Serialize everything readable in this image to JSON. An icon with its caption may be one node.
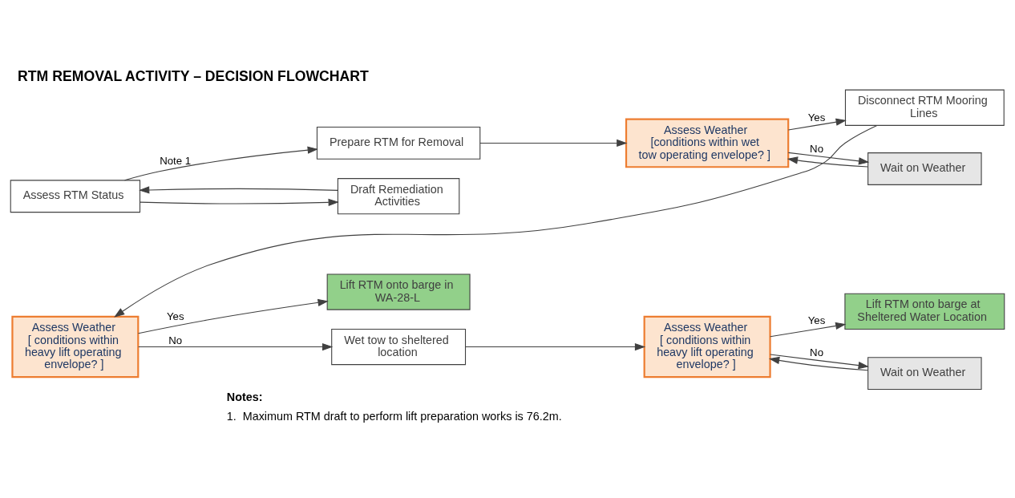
{
  "diagram": {
    "title": "RTM REMOVAL ACTIVITY – DECISION FLOWCHART",
    "nodes": [
      {
        "text": [
          "Assess RTM Status"
        ]
      },
      {
        "text": [
          "Prepare RTM for Removal"
        ]
      },
      {
        "text": [
          "Assess Weather",
          "[conditions within wet tow operating envelope? ]"
        ]
      },
      {
        "text": [
          "Disconnect RTM Mooring Lines"
        ]
      },
      {
        "text": [
          "Draft Remediation Activities"
        ]
      },
      {
        "text": [
          "Wait on Weather"
        ]
      },
      {
        "text": [
          "Assess Weather",
          "[ conditions within heavy lift operating envelope? ]"
        ]
      },
      {
        "text": [
          "Lift RTM onto barge in WA-28-L"
        ]
      },
      {
        "text": [
          "Wet tow to sheltered location"
        ]
      },
      {
        "text": [
          "Assess Weather",
          "[ conditions within heavy lift operating envelope? ]"
        ]
      },
      {
        "text": [
          "Lift RTM onto barge at Sheltered Water Location"
        ]
      },
      {
        "text": [
          "Wait on Weather"
        ]
      }
    ],
    "edges": [
      {
        "from": 0,
        "to": 1,
        "arrow": "to",
        "label": "Note 1"
      },
      {
        "from": 0,
        "to": 4,
        "arrow": "to"
      },
      {
        "from": 4,
        "to": 0,
        "arrow": "to"
      },
      {
        "from": 1,
        "to": 2,
        "arrow": "to"
      },
      {
        "from": 2,
        "to": 3,
        "arrow": "to",
        "label": "Yes"
      },
      {
        "from": 2,
        "to": 5,
        "arrow": "to",
        "label": "No"
      },
      {
        "from": 5,
        "to": 2,
        "arrow": "to"
      },
      {
        "from": 3,
        "to": 6,
        "arrow": "to"
      },
      {
        "from": 6,
        "to": 7,
        "arrow": "to",
        "label": "Yes"
      },
      {
        "from": 6,
        "to": 8,
        "arrow": "to",
        "label": "No"
      },
      {
        "from": 8,
        "to": 9,
        "arrow": "to"
      },
      {
        "from": 9,
        "to": 10,
        "arrow": "to",
        "label": "Yes"
      },
      {
        "from": 9,
        "to": 11,
        "arrow": "to",
        "label": "No"
      },
      {
        "from": 11,
        "to": 9,
        "arrow": "to"
      }
    ],
    "labels": [
      "Notes:",
      "1.  Maximum RTM draft to perform lift preparation works is 76.2m."
    ]
  }
}
